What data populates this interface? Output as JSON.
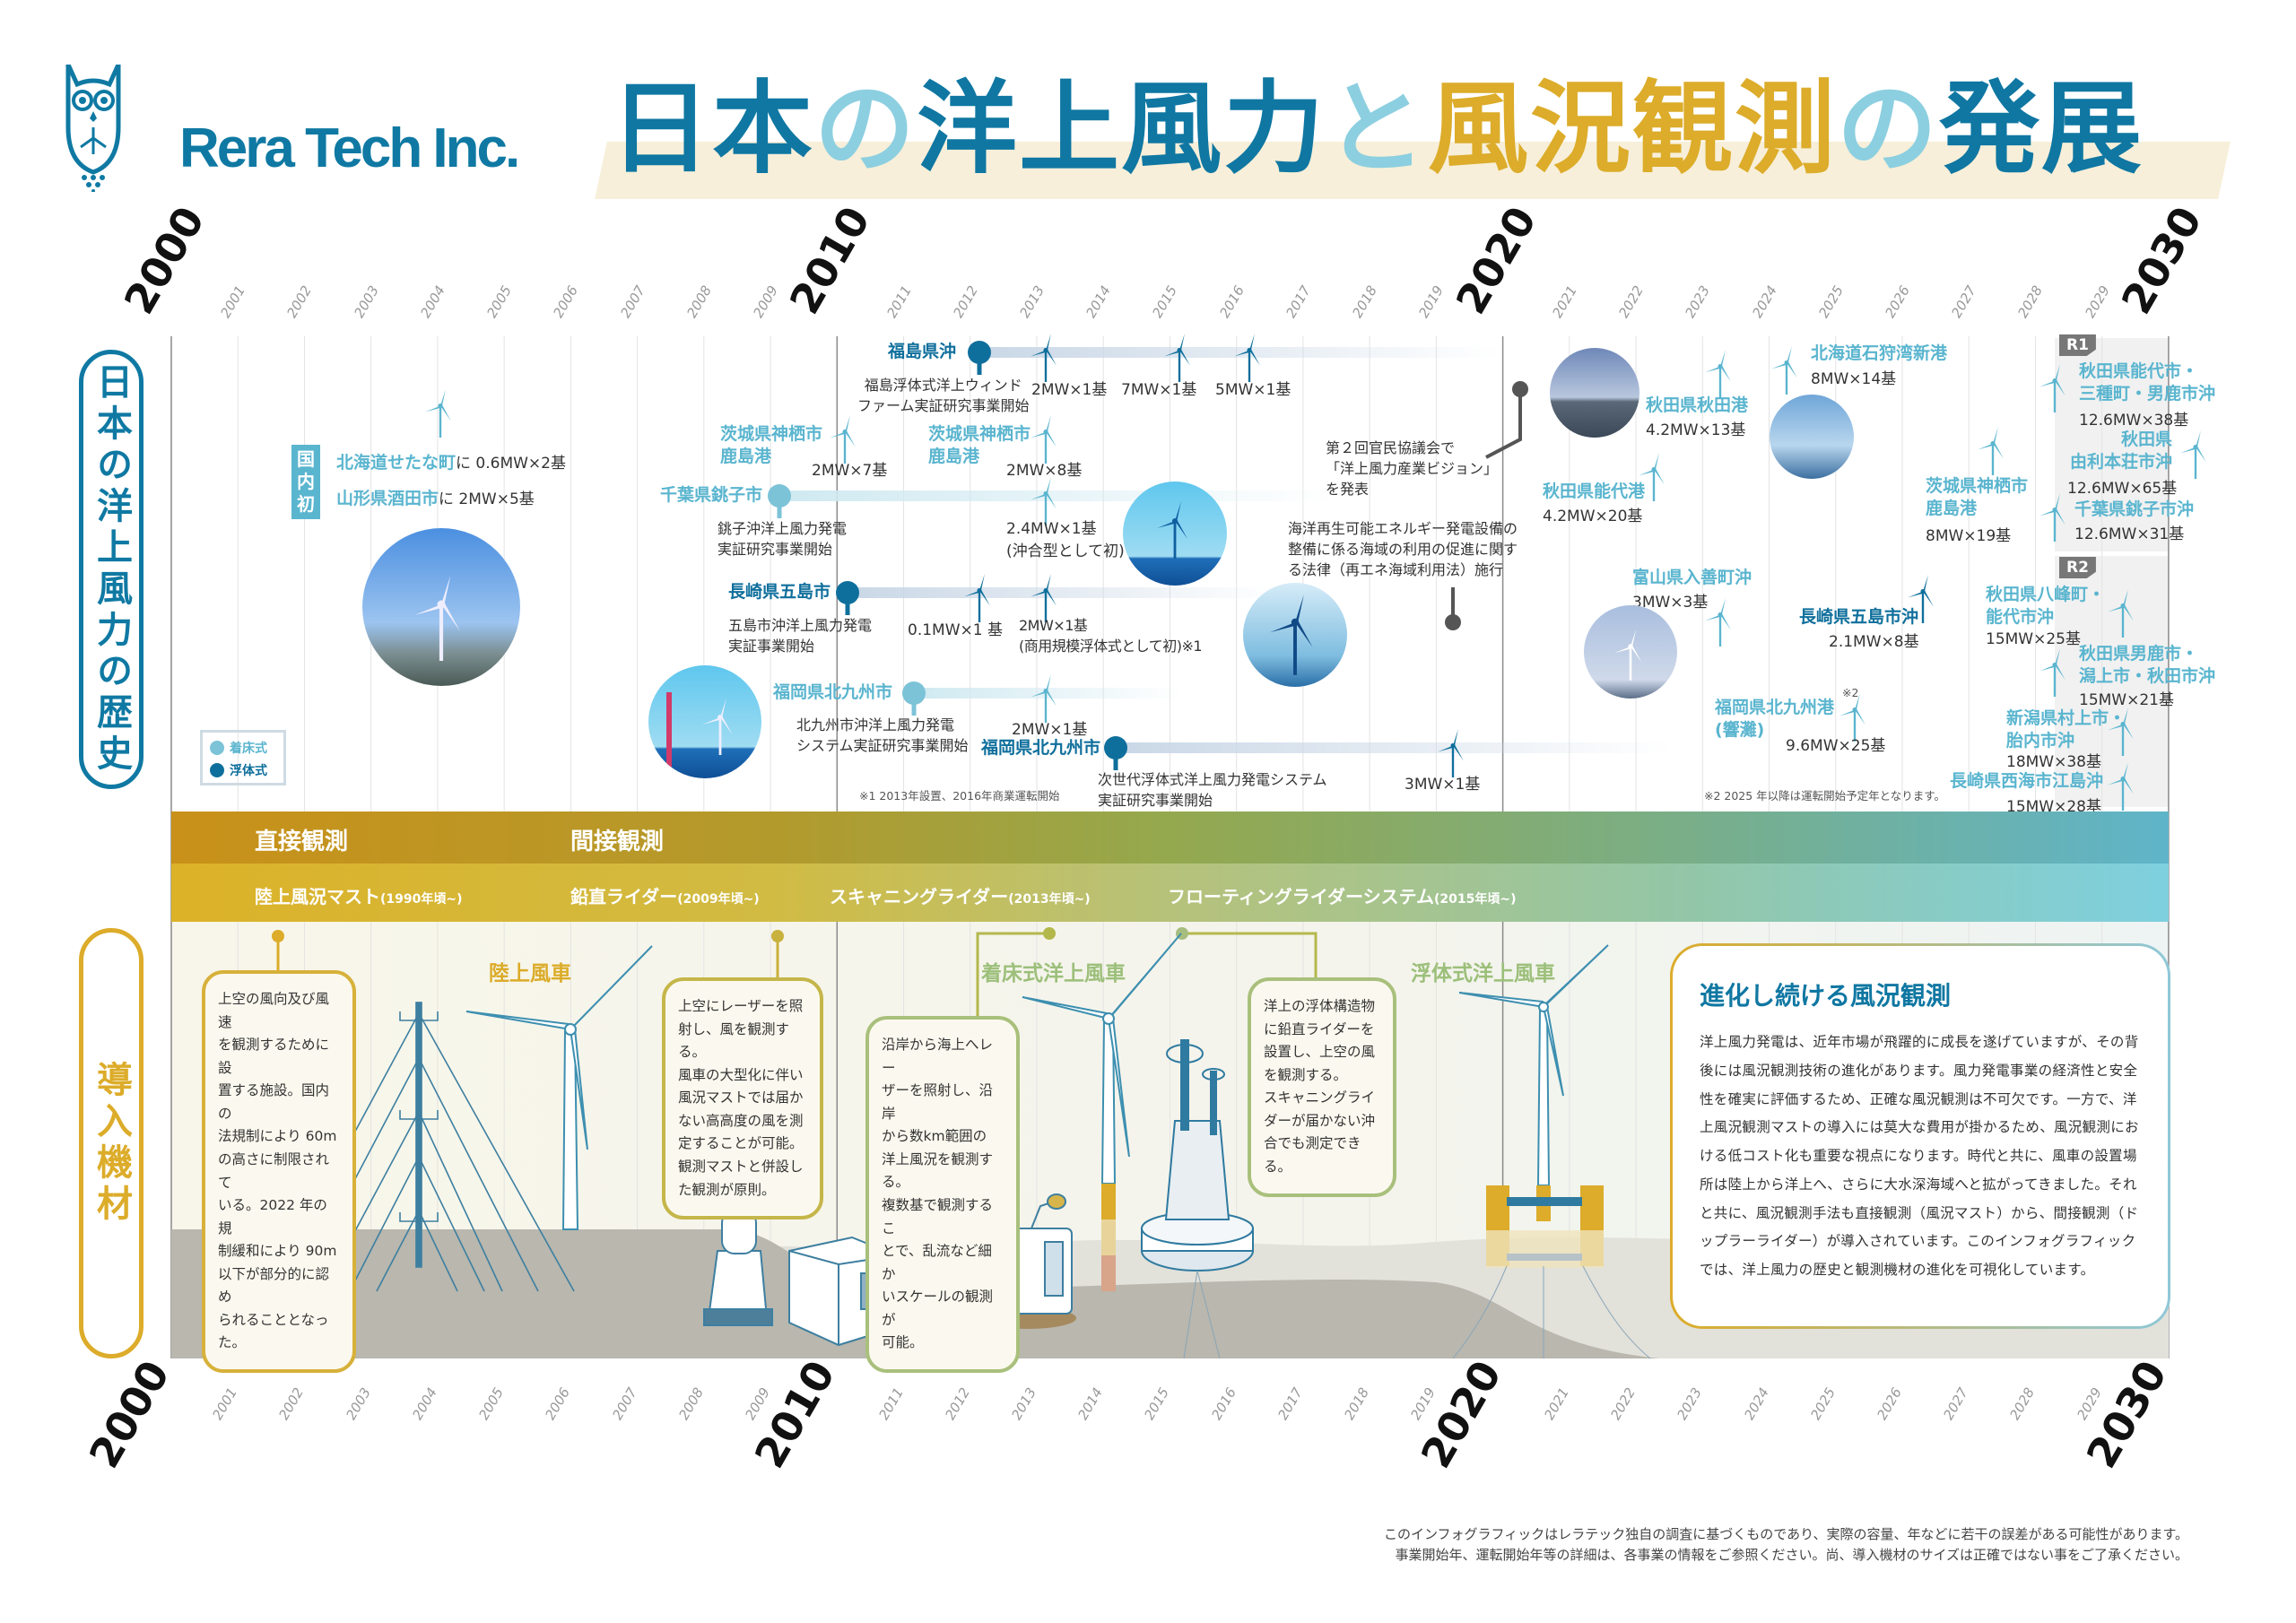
{
  "logo": {
    "company": "Rera Tech Inc."
  },
  "title": {
    "p1": "日本",
    "p2": "の",
    "p3": "洋上風力",
    "p4": "と",
    "p5": "風況観測",
    "p6": "の",
    "p7": "発展"
  },
  "years": {
    "major": [
      "2000",
      "2010",
      "2020",
      "2030"
    ],
    "minor": [
      "2001",
      "2002",
      "2003",
      "2004",
      "2005",
      "2006",
      "2007",
      "2008",
      "2009",
      "2011",
      "2012",
      "2013",
      "2014",
      "2015",
      "2016",
      "2017",
      "2018",
      "2019",
      "2021",
      "2022",
      "2023",
      "2024",
      "2025",
      "2026",
      "2027",
      "2028",
      "2029"
    ]
  },
  "sections": {
    "history": "日本の洋上風力の歴史",
    "equipment": "導入機材"
  },
  "legend": {
    "fixed": "着床式",
    "floating": "浮体式"
  },
  "colors": {
    "fixed": "#5ab5cf",
    "floating": "#0f6f9c",
    "gold": "#dcac2a",
    "green": "#9cbf7a"
  },
  "history": {
    "first_tag": "国内初",
    "firsts": [
      {
        "place": "北海道せたな町",
        "detail": "に 0.6MW×2基"
      },
      {
        "place": "山形県酒田市",
        "detail": "に 2MW×5基"
      }
    ],
    "fukushima": {
      "place": "福島県沖",
      "desc": "福島浮体式洋上ウィンド\nファーム実証研究事業開始",
      "units": [
        "2MW×1基",
        "7MW×1基",
        "5MW×1基"
      ]
    },
    "kamisu1": {
      "place": "茨城県神栖市\n鹿島港",
      "units": "2MW×7基"
    },
    "kamisu2": {
      "place": "茨城県神栖市\n鹿島港",
      "units": "2MW×8基"
    },
    "choshi": {
      "place": "千葉県銚子市",
      "desc": "銚子沖洋上風力発電\n実証研究事業開始",
      "units": "2.4MW×1基\n(沖合型として初)"
    },
    "goto": {
      "place": "長崎県五島市",
      "desc": "五島市沖洋上風力発電\n実証事業開始",
      "units": [
        "0.1MW×1 基",
        "2MW×1基\n(商用規模浮体式として初)※1"
      ]
    },
    "kitakyushu1": {
      "place": "福岡県北九州市",
      "desc": "北九州市沖洋上風力発電\nシステム実証研究事業開始",
      "units": "2MW×1基"
    },
    "kitakyushu2": {
      "place": "福岡県北九州市",
      "desc": "次世代浮体式洋上風力発電システム\n実証研究事業開始",
      "units": "3MW×1基"
    },
    "note1": "※1 2013年設置、2016年商業運転開始",
    "vision": "第２回官民協議会で\n「洋上風力産業ビジョン」\nを発表",
    "law": "海洋再生可能エネルギー発電設備の\n整備に係る海域の利用の促進に関す\nる法律（再エネ海域利用法）施行",
    "akita_port": {
      "place": "秋田県秋田港",
      "units": "4.2MW×13基"
    },
    "noshiro_port": {
      "place": "秋田県能代港",
      "units": "4.2MW×20基"
    },
    "ishikari": {
      "place": "北海道石狩湾新港",
      "units": "8MW×14基"
    },
    "nyuzen": {
      "place": "富山県入善町沖",
      "units": "3MW×3基"
    },
    "goto_oki": {
      "place": "長崎県五島市沖",
      "units": "2.1MW×8基"
    },
    "kamisu3": {
      "place": "茨城県神栖市\n鹿島港",
      "units": "8MW×19基"
    },
    "hibikinada": {
      "place": "福岡県北九州港\n(響灘)",
      "mark": "※2",
      "units": "9.6MW×25基"
    },
    "note2": "※2 2025 年以降は運転開始予定年となります。",
    "r1": {
      "tag": "R1",
      "sites": [
        {
          "place": "秋田県能代市・\n三種町・男鹿市沖",
          "units": "12.6MW×38基"
        },
        {
          "place": "秋田県\n由利本荘市沖",
          "units": "12.6MW×65基"
        },
        {
          "place": "千葉県銚子市沖",
          "units": "12.6MW×31基"
        }
      ]
    },
    "r2": {
      "tag": "R2",
      "sites": [
        {
          "place": "秋田県八峰町・\n能代市沖",
          "units": "15MW×25基"
        },
        {
          "place": "秋田県男鹿市・\n潟上市・秋田市沖",
          "units": "15MW×21基"
        },
        {
          "place": "新潟県村上市・\n胎内市沖",
          "units": "18MW×38基"
        },
        {
          "place": "長崎県西海市江島沖",
          "units": "15MW×28基"
        }
      ]
    }
  },
  "bands": {
    "direct": "直接観測",
    "indirect": "間接観測",
    "methods": [
      {
        "name": "陸上風況マスト",
        "since": "(1990年頃~)"
      },
      {
        "name": "鉛直ライダー",
        "since": "(2009年頃~)"
      },
      {
        "name": "スキャニングライダー",
        "since": "(2013年頃~)"
      },
      {
        "name": "フローティングライダーシステム",
        "since": "(2015年頃~)"
      }
    ]
  },
  "equipment": {
    "onshore": "陸上風車",
    "fixed": "着床式洋上風車",
    "floating": "浮体式洋上風車",
    "bubbles": [
      "上空の風向及び風速\nを観測するために設\n置する施設。国内の\n法規制により 60m\nの高さに制限されて\nいる。2022 年の規\n制緩和により 90m\n以下が部分的に認め\nられることとなった。",
      "上空にレーザーを照\n射し、風を観測する。\n風車の大型化に伴い\n風況マストでは届か\nない高高度の風を測\n定することが可能。\n観測マストと併設し\nた観測が原則。",
      "沿岸から海上へレー\nザーを照射し、沿岸\nから数km範囲の\n洋上風況を観測する。\n複数基で観測するこ\nとで、乱流など細か\nいスケールの観測が\n可能。",
      "洋上の浮体構造物\nに鉛直ライダーを\n設置し、上空の風\nを観測する。\nスキャニングライ\nダーが届かない沖\n合でも測定できる。"
    ]
  },
  "panel": {
    "title": "進化し続ける風況観測",
    "body": "洋上風力発電は、近年市場が飛躍的に成長を遂げていますが、その背後には風況観測技術の進化があります。風力発電事業の経済性と安全性を確実に評価するため、正確な風況観測は不可欠です。一方で、洋上風況観測マストの導入には莫大な費用が掛かるため、風況観測における低コスト化も重要な視点になります。時代と共に、風車の設置場所は陸上から洋上へ、さらに大水深海域へと拡がってきました。それと共に、風況観測手法も直接観測（風況マスト）から、間接観測（ドップラーライダー）が導入されています。このインフォグラフィックでは、洋上風力の歴史と観測機材の進化を可視化しています。"
  },
  "footer": "このインフォグラフィックはレラテック独自の調査に基づくものであり、実際の容量、年などに若干の誤差がある可能性があります。\n事業開始年、運転開始年等の詳細は、各事業の情報をご参照ください。尚、導入機材のサイズは正確ではない事をご了承ください。"
}
